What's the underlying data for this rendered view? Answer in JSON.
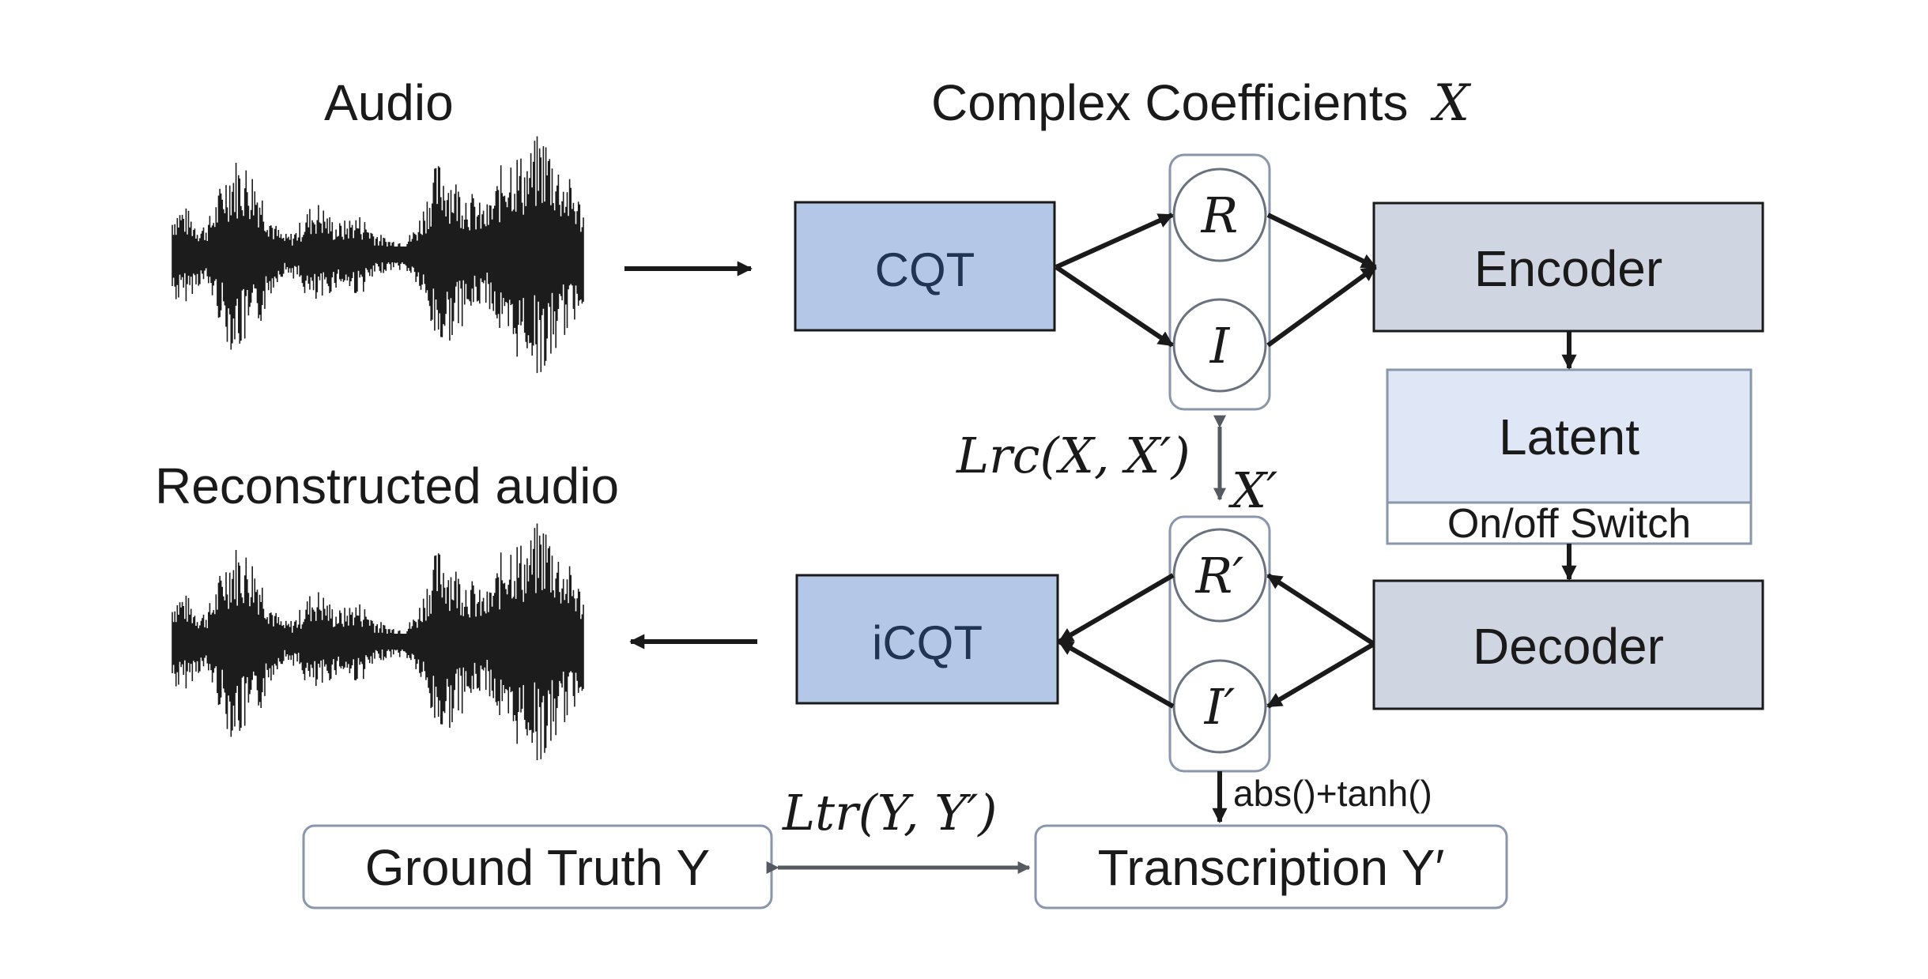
{
  "labels": {
    "audio": "Audio",
    "reconstructed_audio": "Reconstructed audio",
    "complex_coefficients": "Complex Coefficients",
    "complex_coefficients_symbol": "X",
    "cqt": "CQT",
    "icqt": "iCQT",
    "encoder": "Encoder",
    "latent": "Latent",
    "switch": "On/off Switch",
    "decoder": "Decoder",
    "real": "R",
    "imag": "I",
    "real_prime": "R′",
    "imag_prime": "I′",
    "x_prime": "X′",
    "loss_rc": "Lrc(X, X′)",
    "loss_tr": "Ltr(Y, Y′)",
    "abs_tanh": "abs()+tanh()",
    "ground_truth": "Ground Truth Y",
    "transcription": "Transcription Y′"
  },
  "colors": {
    "cqt_fill": "#b4c7e7",
    "encoder_fill": "#cfd5e1",
    "latent_fill": "#dfe6f6",
    "box_border": "#1a1a1a",
    "light_border": "#8a96ab",
    "waveform": "#1c1c1c"
  }
}
